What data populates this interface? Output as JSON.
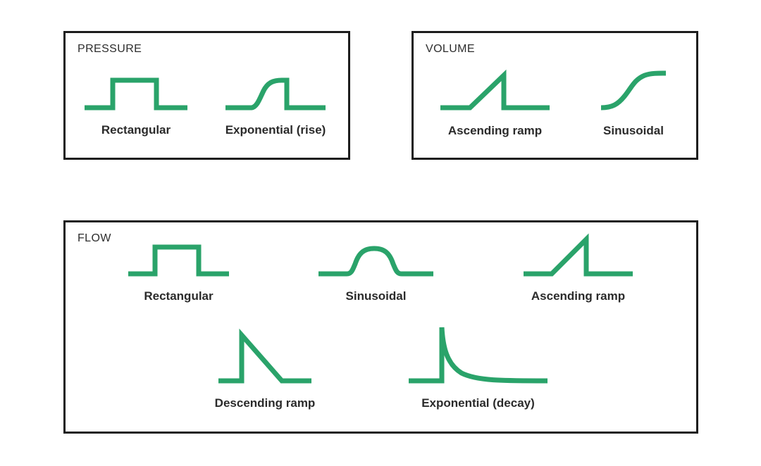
{
  "colors": {
    "waveform": "#2aa36a",
    "panel_border": "#1d1d1d",
    "title_text": "#2d2d2d",
    "label_text": "#2b2b2b",
    "background": "#ffffff"
  },
  "panels": {
    "pressure": {
      "title": "PRESSURE",
      "waveforms": [
        {
          "label": "Rectangular",
          "shape": "rectangular"
        },
        {
          "label": "Exponential (rise)",
          "shape": "exponential-rise"
        }
      ]
    },
    "volume": {
      "title": "VOLUME",
      "waveforms": [
        {
          "label": "Ascending ramp",
          "shape": "ascending-ramp"
        },
        {
          "label": "Sinusoidal",
          "shape": "sigmoid"
        }
      ]
    },
    "flow": {
      "title": "FLOW",
      "waveforms": [
        {
          "label": "Rectangular",
          "shape": "rectangular"
        },
        {
          "label": "Sinusoidal",
          "shape": "half-sine"
        },
        {
          "label": "Ascending ramp",
          "shape": "ascending-ramp"
        },
        {
          "label": "Descending ramp",
          "shape": "descending-ramp"
        },
        {
          "label": "Exponential (decay)",
          "shape": "exponential-decay"
        }
      ]
    }
  }
}
